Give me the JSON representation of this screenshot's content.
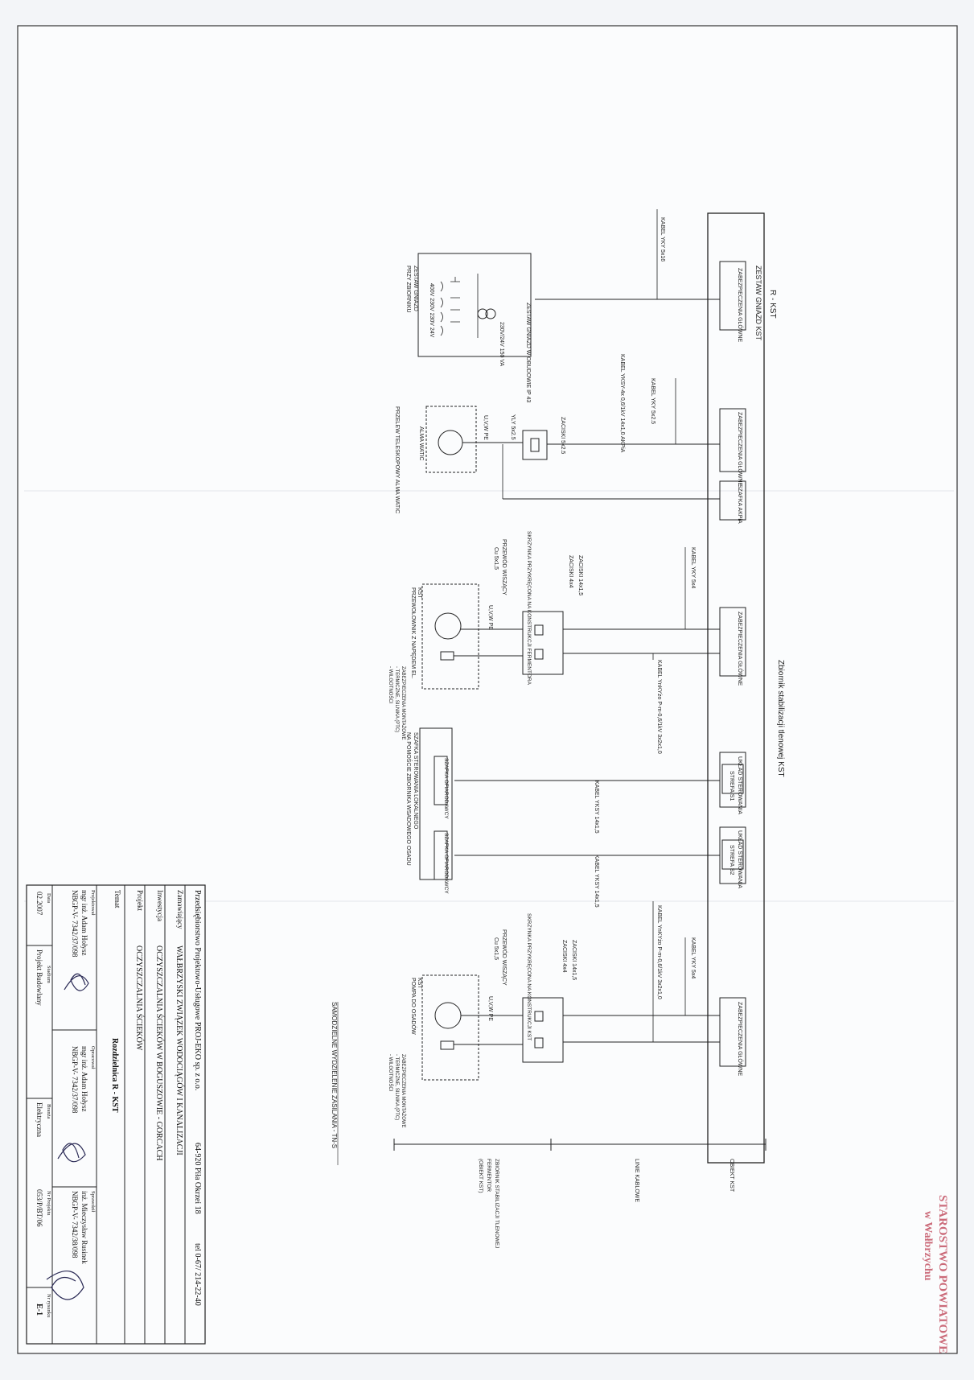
{
  "diagram": {
    "title": "R - KST",
    "generator_section_label": "ZESTAW GNIAZD KST",
    "busbar_label": "Zbiornik stabilizacji tlenowej KST",
    "supply_note": "SAMODZIELNE WYDZIELENIE ZASILANIA - TN-S",
    "sections": [
      {
        "protection_label": "ZABEZPIECZENIA GŁÓWNE",
        "cable_label": "KABEL YKY 5x16",
        "module_caption_1": "ZESTAW GNIAZD",
        "module_caption_2": "PRZY ZBIORNIKU",
        "socket_caption": "ZESTAW GNIAZD W OBUDOWIE IP 43",
        "voltage_1": "230V/24V 150 VA",
        "voltage_2": "400V 230V 230V 24V"
      },
      {
        "protection_label": "ZABEZPIECZENIA GŁÓWNE",
        "extra_box_label": "SZAFKA AKPiA",
        "cable_label": "KABEL YKY 5x2.5",
        "cable_label_2": "KABEL YKSY-4x 0,6/1kV 14x1,0 AKPiA",
        "switch_label": "ZACISKI 5x2.5",
        "feed_label": "YLY 5x2.5",
        "motor_label": "U,V,W PE",
        "module_name": "ALMA WATIC",
        "module_caption": "PRZELEW TELESKOPOWY ALMA WATIC"
      },
      {
        "protection_label": "ZABEZPIECZENIA GŁÓWNE",
        "cable_label": "KABEL YKY 5x4",
        "cable_label_2": "KABEL YnKYżo P-m-0,6/1kV 3x2x1,0",
        "switch_label_1": "ZACISKI 14x1,5",
        "switch_label_2": "ZACISKI 4x4",
        "housing_label": "SKRZYNKA PRZYKRĘCONA NA KONSTRUKCJI FERMENTORA",
        "conductor_label": "PRZEWÓD WISZĄCY",
        "conductor_type": "Cu 5x1,5",
        "motor_label": "U,V,W PE",
        "module_name": "KST",
        "module_caption": "PRZEWOŁOWNIK Z NAPĘDEM EL.",
        "note_1": "ZABEZPIECZENIA MONTAŻOWE",
        "note_2": "- TERMICZNE, SILNIKA (PTC)",
        "note_3": "- WILGOTNOŚCI"
      },
      {
        "control_label_1": "UKŁAD STEROWANIA",
        "control_sub_1": "STREFA S1",
        "control_label_2": "UKŁAD STEROWANIA",
        "control_sub_2": "STREFA S2",
        "cable_label_1": "KABEL YKSY 14x1,5",
        "cable_label_2": "KABEL YKSY 14x1,5",
        "panel_label_1": "SZAFKA OFIARODAWCY",
        "panel_label_2": "SZAFKA OFIARODAWCY",
        "module_caption_1": "SZAFKA STEROWANIA LOKALNEGO",
        "module_caption_2": "NA POMOŚCIE ZBIORNIKA WSADOWEGO OSADU"
      },
      {
        "protection_label": "ZABEZPIECZENIA GŁÓWNE",
        "cable_label": "KABEL YKY 5x4",
        "cable_label_2": "KABEL YnKYżo P-m-0,6/1kV 3x2x1,0",
        "switch_label_1": "ZACISKI 14x1,5",
        "switch_label_2": "ZACISKI 4x4",
        "housing_label": "SKRZYNKA PRZYKRĘCONA NA KONSTRUKCJI KST",
        "conductor_label": "PRZEWÓD WISZĄCY",
        "conductor_type": "Cu 5x1,5",
        "motor_label": "U,V,W PE",
        "module_name": "KST",
        "module_caption": "POMPA DO OSADÓW",
        "note_1": "ZABEZPIECZENIA MONTAŻOWE",
        "note_2": "- TERMICZNE, SILNIKA (PTC)",
        "note_3": "- WILGOTNOŚCI"
      }
    ],
    "zones": {
      "left": "OBIEKT KST",
      "middle": "LINIE KABLOWE",
      "right_1": "ZBIORNIK STABILIZACJI TLENOWEJ",
      "right_2": "FERMENTOR",
      "right_3": "(OBIEKT KST)"
    }
  },
  "title_block": {
    "company": "Przedsiębiorstwo Projektowo-Usługowe PROJ-EKO sp. z o.o.",
    "address": "64-920 Piła Okrzei 18",
    "phone": "tel 0-67/ 214-22-40",
    "client_label": "Zamawiający",
    "client": "WAŁBRZYSKI ZWIĄZEK WODOCIĄGÓW I KANALIZACJI",
    "investment_label": "Inwestycja",
    "investment": "OCZYSZCZALNIA ŚCIEKÓW W BOGUSZOWIE - GORCACH",
    "project_label": "Projekt",
    "project": "OCZYSZCZALNIA ŚCIEKÓW",
    "topic_label": "Temat",
    "topic": "Rozdzielnica R - KST",
    "designed_label": "Projektował",
    "designed_name": "mgr inż. Adam Hołysz",
    "designed_license": "NBGP-V- 7342/37/098",
    "elaborated_label": "Opracował",
    "elaborated_name": "mgr inż. Adam Hołysz",
    "elaborated_license": "NBGP-V- 7342/37/098",
    "checked_label": "Sprawdził",
    "checked_name": "inż. Mieczysław Rusinek",
    "checked_license": "NBGP-V- 7342/38/098",
    "date_label": "Data",
    "date": "02.2007",
    "stage_label": "Stadium",
    "stage": "Projekt Budowlany",
    "branch_label": "Branża",
    "branch": "Elektryczna",
    "project_no_label": "Nr Projektu",
    "project_no": "053/P/BT/06",
    "drawing_no_label": "Nr rysunku",
    "drawing_no": "E-1"
  },
  "stamp": {
    "line1": "STAROSTWO POWIATOWE",
    "line2": "w Wałbrzychu"
  }
}
